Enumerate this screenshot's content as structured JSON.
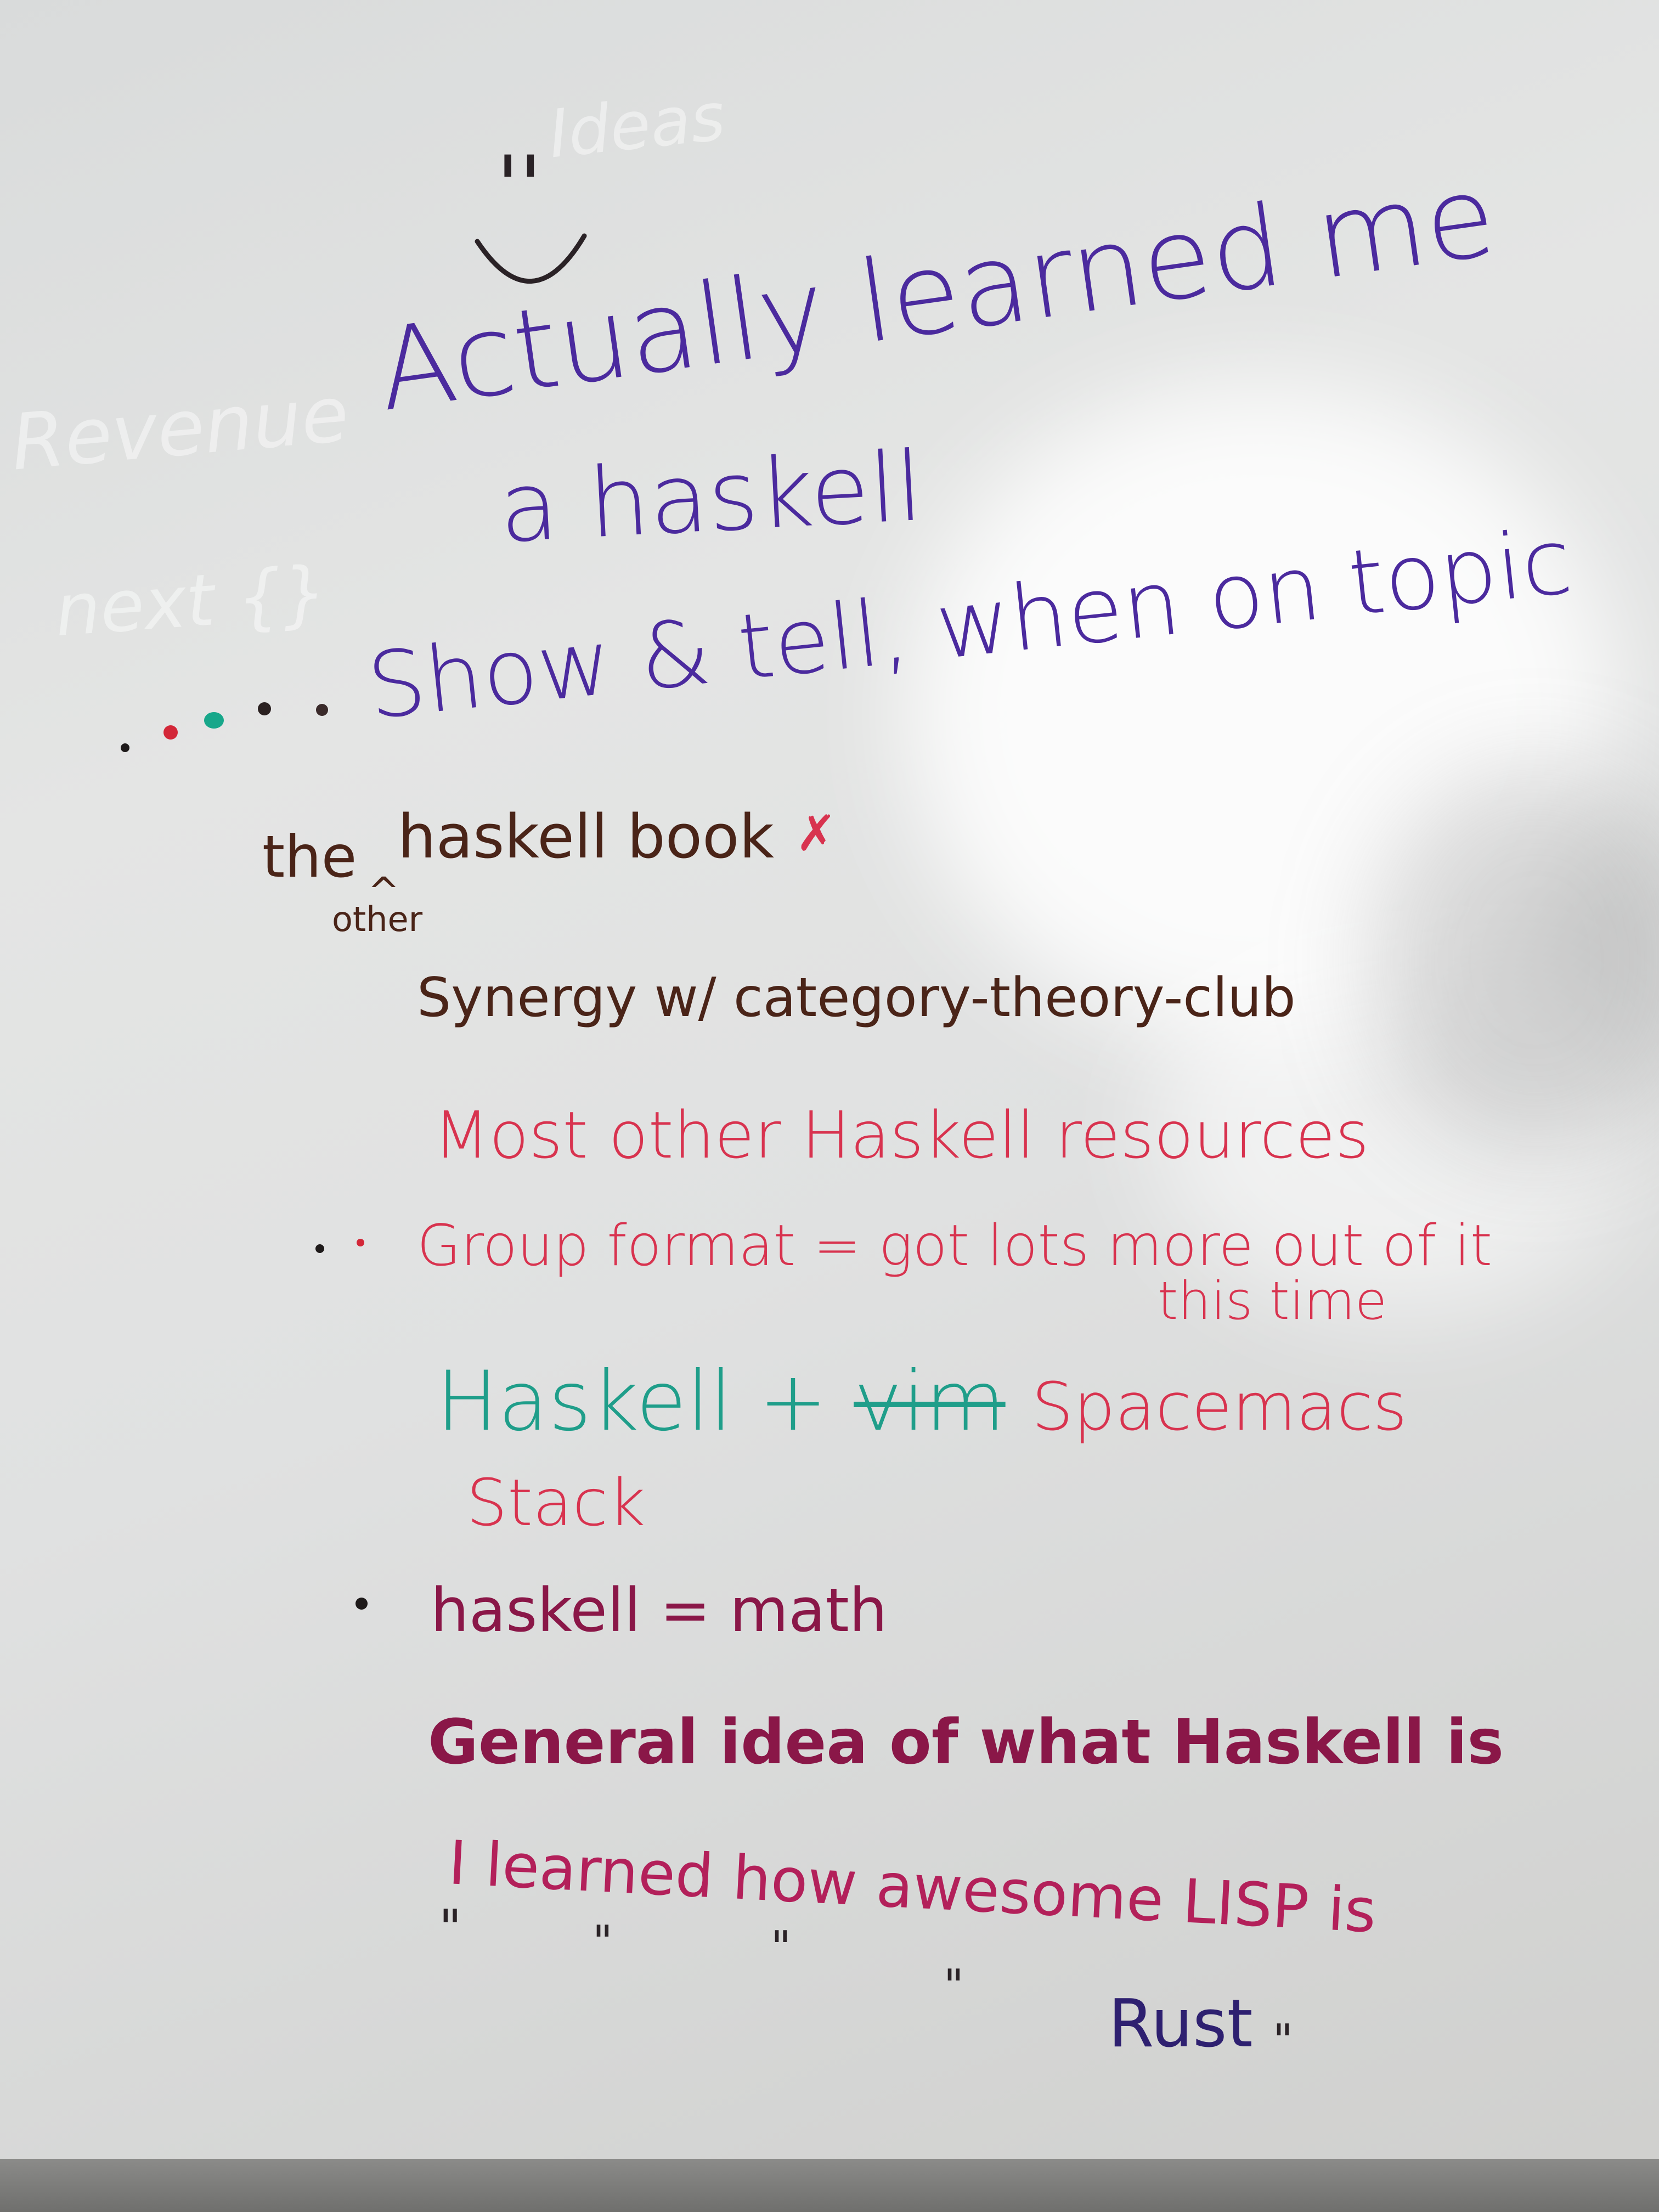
{
  "board": {
    "smiley_eyes": "''",
    "title_line1": "Actually learned me",
    "title_line2": "a haskell",
    "show_tell": "Show & tell, when on topic",
    "haskell_book_the": "the",
    "haskell_book_rest": "haskell book",
    "other_caret": "^",
    "other_insert": "other",
    "red_mark": "✗",
    "synergy": "Synergy w/ category-theory-club",
    "most_other": "Most other Haskell resources",
    "group_format_line1": "Group format = got lots more out of it",
    "group_format_line2": "this time",
    "haskell_plus": "Haskell +",
    "vim_struck": "vim",
    "spacemacs": "Spacemacs",
    "stack": "Stack",
    "haskell_math": "haskell = math",
    "general_idea": "General idea of what Haskell is",
    "lisp_line": "I learned how awesome LISP is",
    "ditto_1": "\"",
    "ditto_2": "\"",
    "ditto_3": "\"",
    "ditto_4": "\"",
    "rust_word": "Rust",
    "rust_ditto": "\"",
    "ghost_1": "Ideas",
    "ghost_2": "Revenue",
    "ghost_3": "next {}"
  },
  "colors": {
    "purple": "#4b2a9e",
    "brown": "#4a2418",
    "red": "#d8334f",
    "teal": "#1f9e8a",
    "crimson": "#8a1748",
    "magenta": "#b3205a",
    "navy": "#2e2070",
    "dark": "#2a2226"
  }
}
